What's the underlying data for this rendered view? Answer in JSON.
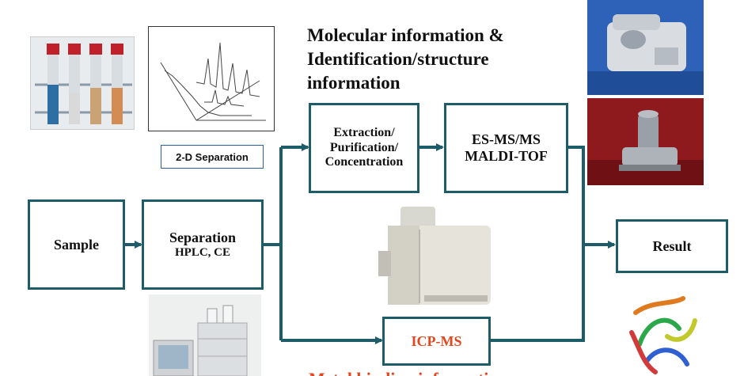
{
  "heading": {
    "line1": "Molecular information &",
    "line2": "Identification/structure",
    "line3": "information"
  },
  "separation_tag": "2-D Separation",
  "boxes": {
    "sample": "Sample",
    "separation": {
      "title": "Separation",
      "subtitle": "HPLC, CE"
    },
    "extraction": {
      "line1": "Extraction/",
      "line2": "Purification/",
      "line3": "Concentration"
    },
    "esms": {
      "line1": "ES-MS/MS",
      "line2": "MALDI-TOF"
    },
    "icpms": "ICP-MS",
    "result": "Result"
  },
  "bottom_caption_partial": "Metal binding information",
  "colors": {
    "box_border": "#1f5c6a",
    "arrow": "#1f5c6a",
    "icpms_text": "#e2461e",
    "caption": "#e2461e"
  }
}
